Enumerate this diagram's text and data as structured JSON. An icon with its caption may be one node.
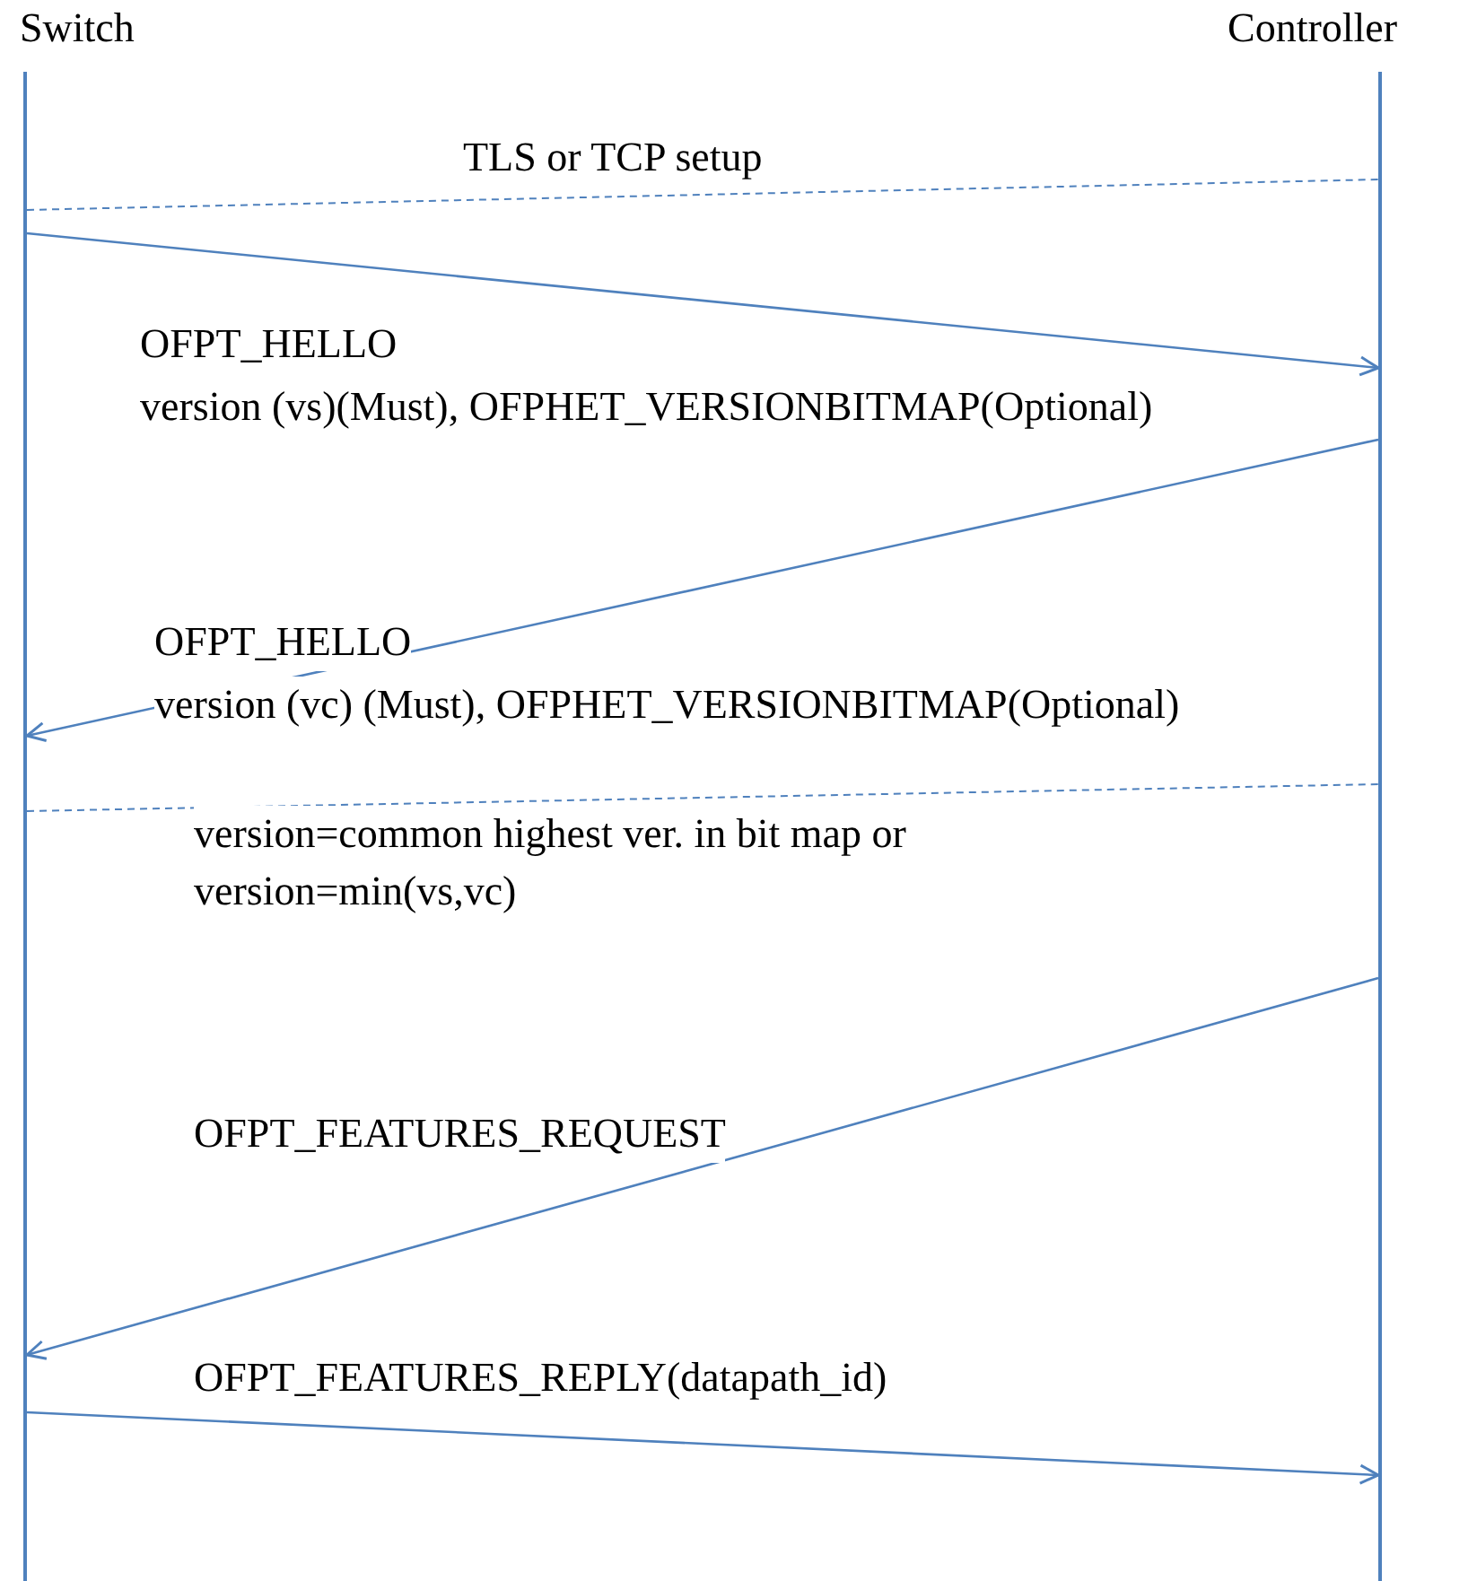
{
  "diagram": {
    "nodes": [
      {
        "text": [
          "Switch"
        ]
      },
      {
        "text": [
          "Controller"
        ]
      }
    ],
    "edges": [
      {
        "from": 0,
        "to": 1,
        "arrow": "none",
        "style": "dashed"
      },
      {
        "from": 0,
        "to": 1,
        "arrow": "to"
      },
      {
        "from": 1,
        "to": 0,
        "arrow": "to"
      },
      {
        "from": 0,
        "to": 1,
        "arrow": "none",
        "style": "dashed"
      },
      {
        "from": 1,
        "to": 0,
        "arrow": "to"
      },
      {
        "from": 0,
        "to": 1,
        "arrow": "to"
      }
    ],
    "labels": [
      "TLS or TCP setup",
      "OFPT_HELLO",
      "version (vs)(Must), OFPHET_VERSIONBITMAP(Optional)",
      "OFPT_HELLO",
      "version (vc) (Must), OFPHET_VERSIONBITMAP(Optional)",
      "version=common highest ver. in bit map or version=min(vs,vc)",
      "OFPT_FEATURES_REQUEST",
      "OFPT_FEATURES_REPLY(datapath_id)"
    ]
  }
}
